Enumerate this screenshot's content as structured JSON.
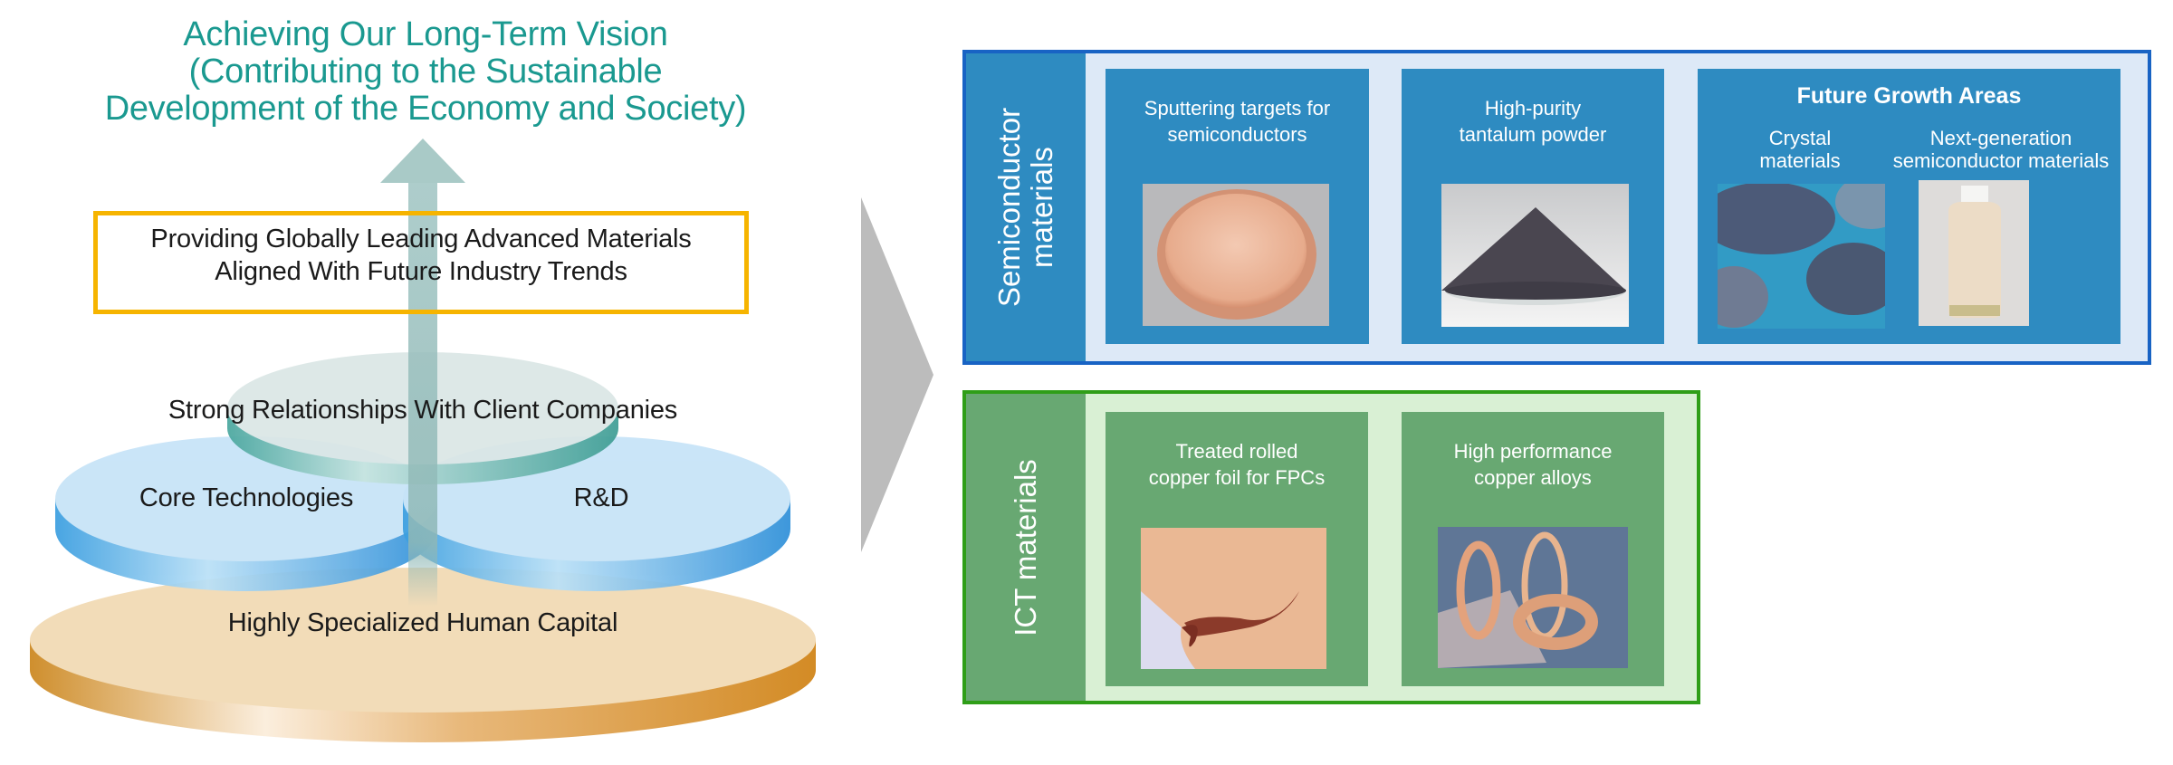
{
  "vision": {
    "lines": [
      "Achieving Our Long-Term Vision",
      "(Contributing to the Sustainable",
      "Development of the Economy and Society)"
    ]
  },
  "mission": {
    "lines": [
      "Providing Globally Leading Advanced Materials",
      "Aligned With Future Industry Trends"
    ]
  },
  "foundation": {
    "top_disk": "Strong Relationships With Client Companies",
    "left_disk": "Core Technologies",
    "right_disk": "R&D",
    "base_disk": "Highly Specialized Human Capital"
  },
  "groups": [
    {
      "label_lines": [
        "Semiconductor",
        "materials"
      ],
      "cards": [
        {
          "title_lines": [
            "Sputtering targets for",
            "semiconductors"
          ],
          "photo": "copper-sputtering-target-disc"
        },
        {
          "title_lines": [
            "High-purity",
            "tantalum powder"
          ],
          "photo": "tantalum-powder-pile"
        },
        {
          "heading": "Future Growth Areas",
          "items": [
            {
              "title_lines": [
                "Crystal",
                "materials"
              ],
              "photo": "crystal-wafers"
            },
            {
              "title_lines": [
                "Next-generation",
                "semiconductor materials"
              ],
              "photo": "liquid-bottle"
            }
          ]
        }
      ]
    },
    {
      "label_lines": [
        "ICT materials"
      ],
      "cards": [
        {
          "title_lines": [
            "Treated rolled",
            "copper foil  for FPCs"
          ],
          "photo": "rolled-copper-foil"
        },
        {
          "title_lines": [
            "High performance",
            "copper alloys"
          ],
          "photo": "copper-alloy-rings"
        }
      ]
    }
  ],
  "colors": {
    "vision_text": "#1a9990",
    "mission_border": "#f6b400",
    "semiconductor_blue": "#2e8bc1",
    "semiconductor_border": "#1863c4",
    "ict_green": "#68a872",
    "ict_border": "#2f9e18",
    "chevron_gray": "#bcbcbc"
  }
}
